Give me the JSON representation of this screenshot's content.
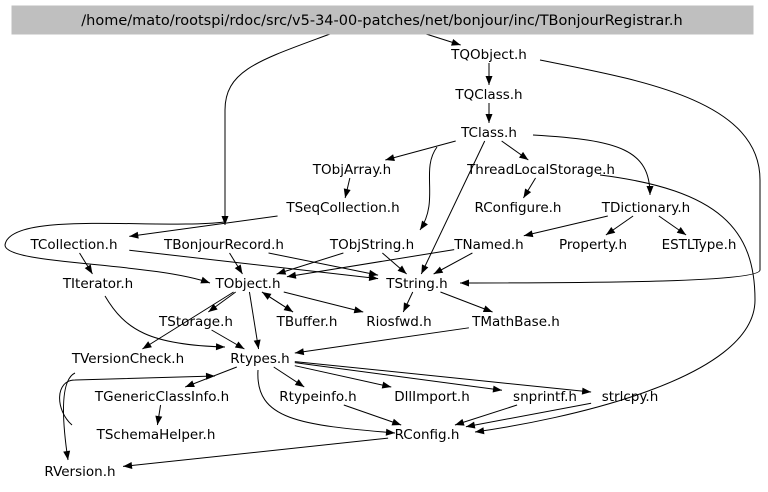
{
  "graph": {
    "root": "/home/mato/rootspi/rdoc/src/v5-34-00-patches/net/bonjour/inc/TBonjourRegistrar.h",
    "nodes": {
      "TQObject": "TQObject.h",
      "TQClass": "TQClass.h",
      "TClass": "TClass.h",
      "TObjArray": "TObjArray.h",
      "ThreadLocalStorage": "ThreadLocalStorage.h",
      "TSeqCollection": "TSeqCollection.h",
      "RConfigure": "RConfigure.h",
      "TDictionary": "TDictionary.h",
      "TCollection": "TCollection.h",
      "TBonjourRecord": "TBonjourRecord.h",
      "TObjString": "TObjString.h",
      "TNamed": "TNamed.h",
      "Property": "Property.h",
      "ESTLType": "ESTLType.h",
      "TIterator": "TIterator.h",
      "TObject": "TObject.h",
      "TString": "TString.h",
      "TStorage": "TStorage.h",
      "TBuffer": "TBuffer.h",
      "Riosfwd": "Riosfwd.h",
      "TMathBase": "TMathBase.h",
      "TVersionCheck": "TVersionCheck.h",
      "Rtypes": "Rtypes.h",
      "TGenericClassInfo": "TGenericClassInfo.h",
      "Rtypeinfo": "Rtypeinfo.h",
      "DllImport": "DllImport.h",
      "snprintf": "snprintf.h",
      "strlcpy": "strlcpy.h",
      "TSchemaHelper": "TSchemaHelper.h",
      "RConfig": "RConfig.h",
      "RVersion": "RVersion.h"
    },
    "edges": [
      [
        "root",
        "TQObject"
      ],
      [
        "root",
        "TBonjourRecord"
      ],
      [
        "TQObject",
        "TQClass"
      ],
      [
        "TQObject",
        "TString"
      ],
      [
        "TQClass",
        "TClass"
      ],
      [
        "TClass",
        "TObjArray"
      ],
      [
        "TClass",
        "ThreadLocalStorage"
      ],
      [
        "TClass",
        "TDictionary"
      ],
      [
        "TClass",
        "TObjString"
      ],
      [
        "TClass",
        "TString"
      ],
      [
        "TObjArray",
        "TSeqCollection"
      ],
      [
        "ThreadLocalStorage",
        "RConfigure"
      ],
      [
        "ThreadLocalStorage",
        "RConfig"
      ],
      [
        "TSeqCollection",
        "TCollection"
      ],
      [
        "TDictionary",
        "TNamed"
      ],
      [
        "TDictionary",
        "Property"
      ],
      [
        "TDictionary",
        "ESTLType"
      ],
      [
        "TCollection",
        "TIterator"
      ],
      [
        "TCollection",
        "TObject"
      ],
      [
        "TCollection",
        "TString"
      ],
      [
        "TBonjourRecord",
        "TObject"
      ],
      [
        "TBonjourRecord",
        "TString"
      ],
      [
        "TObjString",
        "TObject"
      ],
      [
        "TObjString",
        "TString"
      ],
      [
        "TNamed",
        "TString"
      ],
      [
        "TNamed",
        "TObject"
      ],
      [
        "TIterator",
        "Rtypes"
      ],
      [
        "TObject",
        "TVersionCheck"
      ],
      [
        "TObject",
        "TStorage"
      ],
      [
        "TObject",
        "TBuffer"
      ],
      [
        "TObject",
        "Riosfwd"
      ],
      [
        "TObject",
        "Rtypes"
      ],
      [
        "TBuffer",
        "TObject"
      ],
      [
        "TString",
        "Riosfwd"
      ],
      [
        "TString",
        "TMathBase"
      ],
      [
        "TStorage",
        "Rtypes"
      ],
      [
        "TMathBase",
        "Rtypes"
      ],
      [
        "TVersionCheck",
        "RVersion"
      ],
      [
        "Rtypes",
        "TGenericClassInfo"
      ],
      [
        "Rtypes",
        "Rtypeinfo"
      ],
      [
        "Rtypes",
        "DllImport"
      ],
      [
        "Rtypes",
        "snprintf"
      ],
      [
        "Rtypes",
        "strlcpy"
      ],
      [
        "Rtypes",
        "RConfig"
      ],
      [
        "TGenericClassInfo",
        "TSchemaHelper"
      ],
      [
        "TSchemaHelper",
        "Rtypes"
      ],
      [
        "Rtypeinfo",
        "RConfig"
      ],
      [
        "snprintf",
        "RConfig"
      ],
      [
        "strlcpy",
        "RConfig"
      ],
      [
        "RConfig",
        "RVersion"
      ]
    ]
  }
}
